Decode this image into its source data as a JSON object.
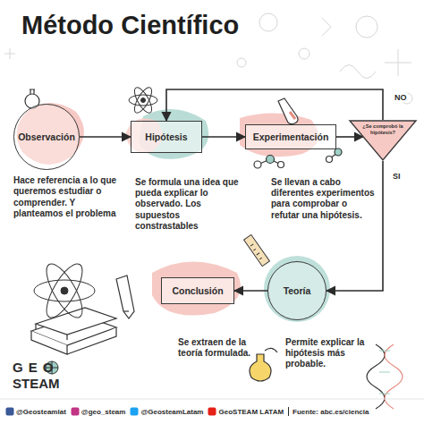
{
  "diagram": {
    "title": "Método Científico",
    "nodes": [
      {
        "text": [
          "Observación",
          "Hace referencia a lo que queremos estudiar o comprender. Y planteamos el problema"
        ]
      },
      {
        "text": [
          "Hipótesis",
          "Se formula una idea que pueda explicar lo observado. Los supuestos constrastables"
        ]
      },
      {
        "text": [
          "Experimentación",
          "Se llevan a cabo diferentes experimentos para comprobar o refutar una hipótesis."
        ]
      },
      {
        "text": [
          "¿Se comprobó la hipótesis?"
        ]
      },
      {
        "text": [
          "Teoría",
          "Permite explicar la hipótesis más probable."
        ]
      },
      {
        "text": [
          "Conclusión",
          "Se extraen de la teoría formulada."
        ]
      }
    ],
    "edges": [
      {
        "from": 0,
        "to": 1,
        "arrow": "to"
      },
      {
        "from": 1,
        "to": 2,
        "arrow": "to"
      },
      {
        "from": 2,
        "to": 3,
        "arrow": "to"
      },
      {
        "from": 3,
        "to": 1,
        "label": "NO",
        "arrow": "to"
      },
      {
        "from": 3,
        "to": 4,
        "label": "SI",
        "arrow": "to"
      },
      {
        "from": 4,
        "to": 5,
        "arrow": "to"
      }
    ],
    "labels": [
      "GEO",
      "STEAM",
      "@Geosteamlat",
      "@geo_steam",
      "@GeosteamLatam",
      "GeoSTEAM LATAM",
      "Fuente: abc.es/ciencia"
    ]
  }
}
